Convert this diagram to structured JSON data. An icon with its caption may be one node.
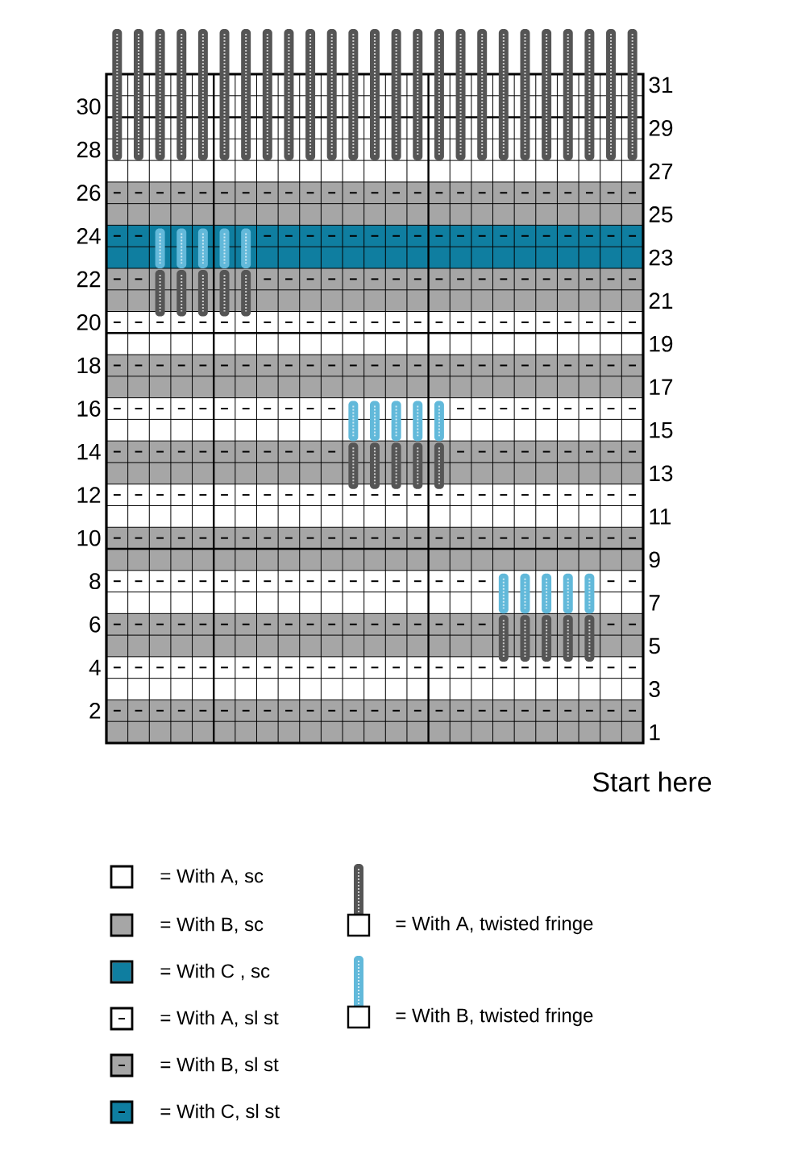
{
  "diagram": {
    "labels": [
      "31",
      "30",
      "29",
      "28",
      "27",
      "26",
      "25",
      "24",
      "23",
      "22",
      "21",
      "20",
      "19",
      "18",
      "17",
      "16",
      "15",
      "14",
      "13",
      "12",
      "11",
      "10",
      "9",
      "8",
      "7",
      "6",
      "5",
      "4",
      "3",
      "2",
      "1",
      "Start here"
    ],
    "legend": [
      {
        "text": "= With A, sc",
        "color": "#ffffff"
      },
      {
        "text": "= With B, sc",
        "color": "#a6a6a6"
      },
      {
        "text": "= With C , sc",
        "color": "#0f7ea0"
      },
      {
        "text": "= With A, sl st"
      },
      {
        "text": "= With B, sl st"
      },
      {
        "text": "= With C, sl st"
      },
      {
        "text": "= With A, twisted fringe"
      },
      {
        "text": "= With B, twisted fringe"
      }
    ]
  }
}
